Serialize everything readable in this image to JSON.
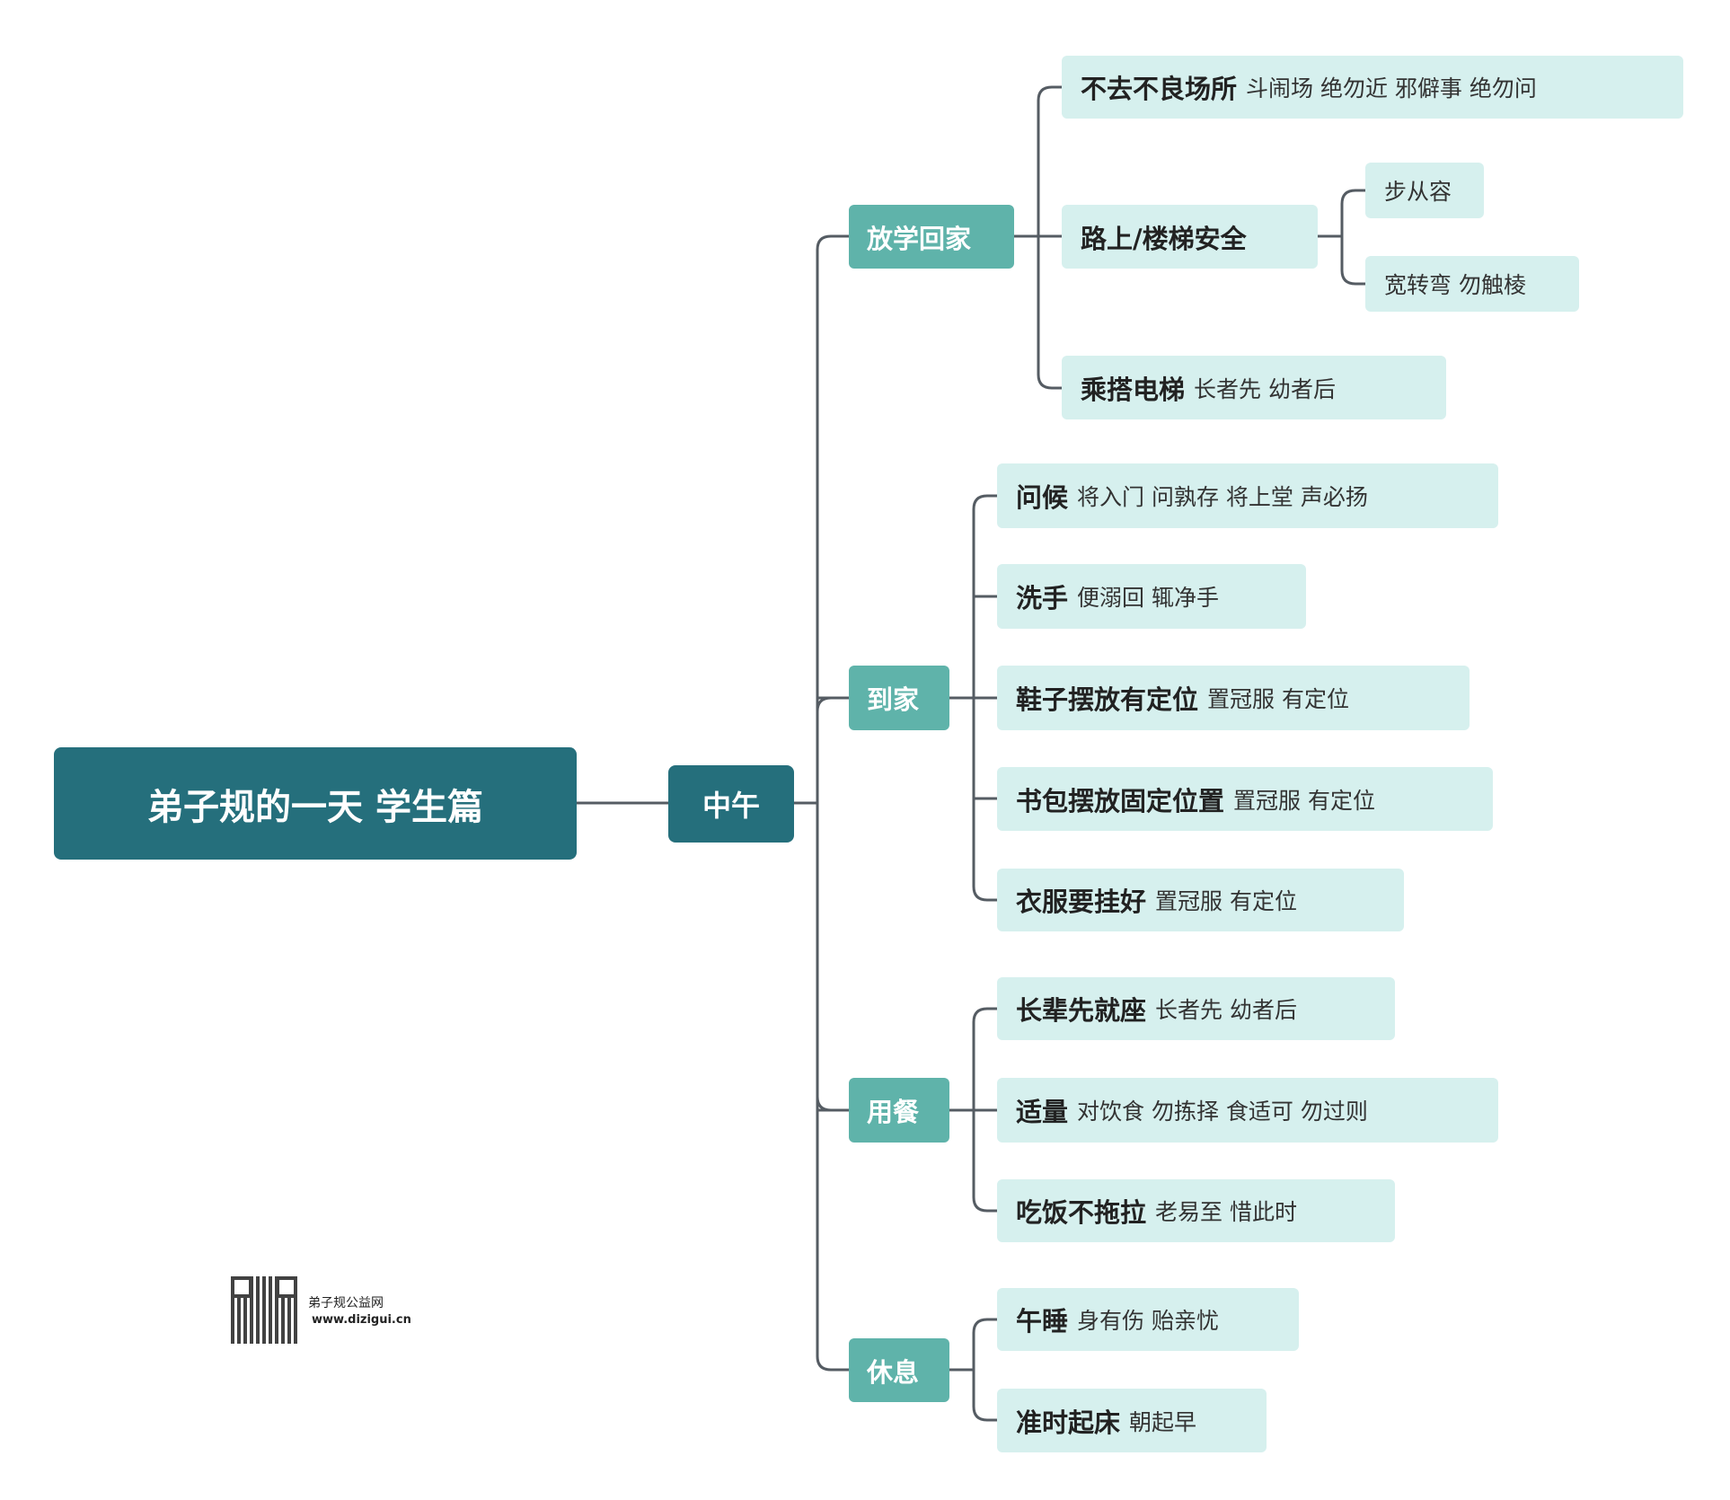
{
  "colors": {
    "root": "#256f7c",
    "branch": "#5fb3aa",
    "leaf": "#d6f0ee",
    "line": "#555c63"
  },
  "root": "弟子规的一天 学生篇",
  "time": "中午",
  "groups": [
    {
      "label": "放学回家",
      "items": [
        {
          "title": "不去不良场所",
          "text": "斗闹场 绝勿近 邪僻事 绝勿问"
        },
        {
          "title": "路上/楼梯安全",
          "text": "",
          "sub": [
            "步从容",
            "宽转弯 勿触棱"
          ]
        },
        {
          "title": "乘搭电梯",
          "text": "长者先 幼者后"
        }
      ]
    },
    {
      "label": "到家",
      "items": [
        {
          "title": "问候",
          "text": "将入门 问孰存 将上堂 声必扬"
        },
        {
          "title": "洗手",
          "text": "便溺回 辄净手"
        },
        {
          "title": "鞋子摆放有定位",
          "text": "置冠服 有定位"
        },
        {
          "title": "书包摆放固定位置",
          "text": "置冠服 有定位"
        },
        {
          "title": "衣服要挂好",
          "text": "置冠服 有定位"
        }
      ]
    },
    {
      "label": "用餐",
      "items": [
        {
          "title": "长辈先就座",
          "text": "长者先 幼者后"
        },
        {
          "title": "适量",
          "text": "对饮食 勿拣择 食适可 勿过则"
        },
        {
          "title": "吃饭不拖拉",
          "text": "老易至 惜此时"
        }
      ]
    },
    {
      "label": "休息",
      "items": [
        {
          "title": "午睡",
          "text": "身有伤 贻亲忧"
        },
        {
          "title": "准时起床",
          "text": "朝起早"
        }
      ]
    }
  ],
  "watermark": {
    "name": "弟子规公益网",
    "url": "www.dizigui.cn"
  }
}
